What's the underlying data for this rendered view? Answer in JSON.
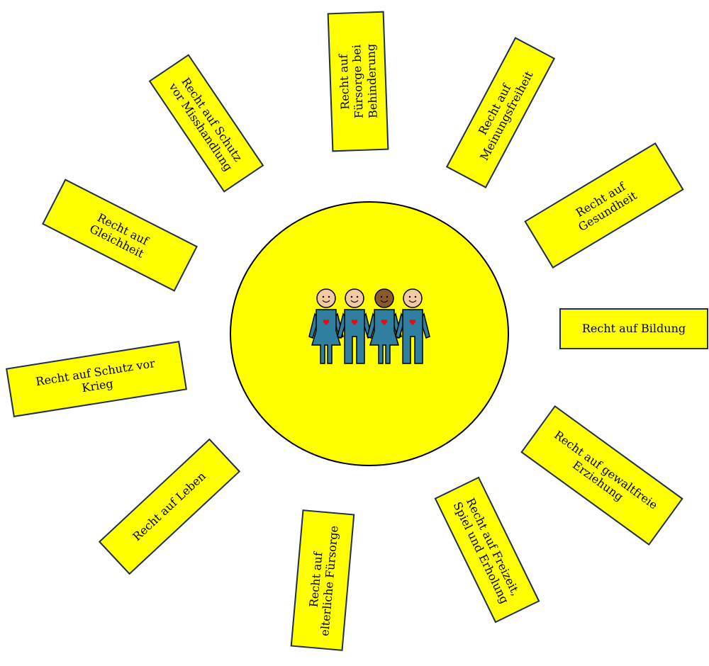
{
  "colors": {
    "sun": "#ffff00",
    "ray_fill": "#ffff00",
    "ray_border": "#1f2d5a",
    "figure_body": "#2e7fa0",
    "heart": "#e0101a"
  },
  "center": {
    "icon": "four-children-holding-hands-icon",
    "skin_tones": [
      "#f3c9a0",
      "#f3c9a0",
      "#8a5a2b",
      "#f3c9a0"
    ]
  },
  "rays": [
    {
      "name": "ray-schutz-misshandlung",
      "text": "Recht auf Schutz\nvor Misshandlung"
    },
    {
      "name": "ray-fuersorge-behinderung",
      "text": "Recht auf\nFürsorge bei\nBehinderung"
    },
    {
      "name": "ray-meinungsfreiheit",
      "text": "Recht auf\nMeinungsfreiheit"
    },
    {
      "name": "ray-gesundheit",
      "text": "Recht auf\nGesundheit"
    },
    {
      "name": "ray-bildung",
      "text": "Recht auf Bildung"
    },
    {
      "name": "ray-gewaltfreie-erziehung",
      "text": "Recht auf gewaltfreie\nErziehung"
    },
    {
      "name": "ray-freizeit",
      "text": "Recht auf Freizeit,\nSpiel und Erholung"
    },
    {
      "name": "ray-elterliche-fuersorge",
      "text": "Recht auf\nelterliche Fürsorge"
    },
    {
      "name": "ray-leben",
      "text": "Recht auf Leben"
    },
    {
      "name": "ray-schutz-krieg",
      "text": "Recht auf Schutz vor\nKrieg"
    },
    {
      "name": "ray-gleichheit",
      "text": "Recht auf\nGleichheit"
    }
  ]
}
